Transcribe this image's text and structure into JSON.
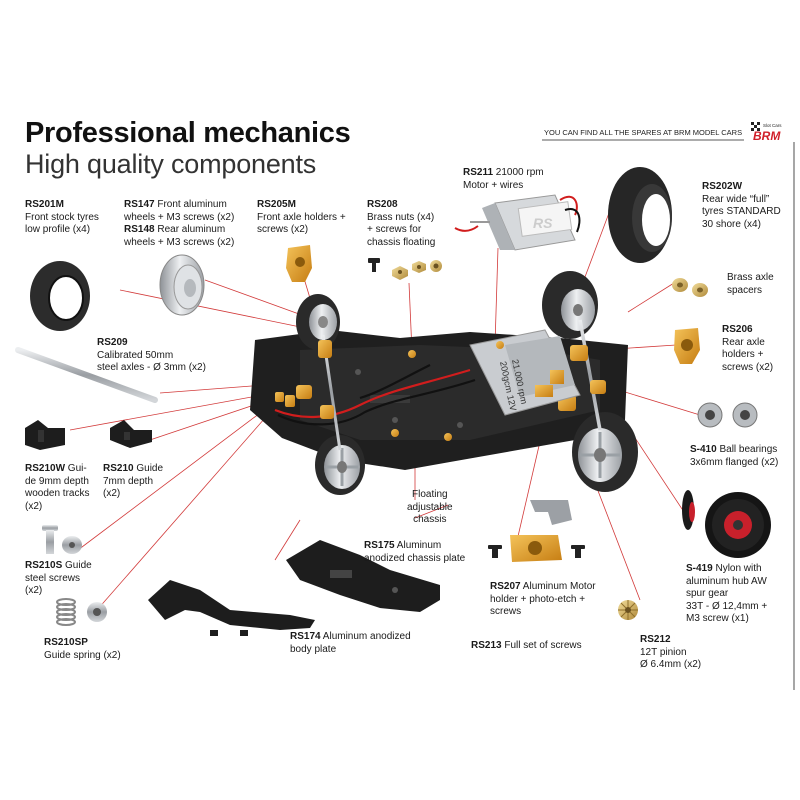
{
  "header": {
    "title": "Professional mechanics",
    "subtitle": "High quality components",
    "spares_note": "YOU CAN FIND ALL THE SPARES AT BRM MODEL CARS",
    "logo_small": "Slot Cars",
    "logo_text": "BRM"
  },
  "motor_print": {
    "line1": "21.000 rpm",
    "line2": "200gcm 12V",
    "brand": "RS"
  },
  "parts": {
    "rs201m": {
      "code": "RS201M",
      "l1": "Front stock tyres",
      "l2": "low profile (x4)"
    },
    "rs147": {
      "code": "RS147",
      "l1": " Front aluminum",
      "l2": "wheels + M3 screws (x2)"
    },
    "rs148": {
      "code": "RS148",
      "l1": " Rear aluminum",
      "l2": "wheels + M3 screws (x2)"
    },
    "rs205m": {
      "code": "RS205M",
      "l1": "Front axle holders +",
      "l2": "screws (x2)"
    },
    "rs208": {
      "code": "RS208",
      "l1": "Brass nuts (x4)",
      "l2": "+ screws for",
      "l3": "chassis floating"
    },
    "rs211": {
      "code": "RS211",
      "l1": " 21000 rpm",
      "l2": "Motor + wires"
    },
    "rs202w": {
      "code": "RS202W",
      "l1": "Rear wide “full”",
      "l2": "tyres STANDARD",
      "l3": "30 shore (x4)"
    },
    "spacers": {
      "l1": "Brass axle",
      "l2": "spacers"
    },
    "rs206": {
      "code": "RS206",
      "l1": "Rear axle",
      "l2": "holders +",
      "l3": "screws (x2)"
    },
    "rs209": {
      "code": "RS209",
      "l1": "Calibrated 50mm",
      "l2": "steel axles - Ø 3mm (x2)"
    },
    "s410": {
      "code": "S-410",
      "l1": " Ball bearings",
      "l2": "3x6mm flanged (x2)"
    },
    "rs210w": {
      "code": "RS210W",
      "l1": " Gui-",
      "l2": "de 9mm depth",
      "l3": "wooden tracks",
      "l4": "(x2)"
    },
    "rs210": {
      "code": "RS210",
      "l1": " Guide",
      "l2": "7mm depth",
      "l3": "(x2)"
    },
    "floating": {
      "l1": "Floating",
      "l2": "adjustable",
      "l3": "chassis"
    },
    "rs175": {
      "code": "RS175",
      "l1": " Aluminum",
      "l2": "anodized chassis plate"
    },
    "rs210s": {
      "code": "RS210S",
      "l1": " Guide",
      "l2": "steel screws",
      "l3": "(x2)"
    },
    "s419": {
      "code": "S-419",
      "l1": " Nylon with",
      "l2": "aluminum hub AW",
      "l3": "spur gear",
      "l4": "33T  - Ø 12,4mm +",
      "l5": "M3 screw (x1)"
    },
    "rs207": {
      "code": "RS207",
      "l1": " Aluminum Motor",
      "l2": "holder + photo-etch +",
      "l3": "screws"
    },
    "rs210sp": {
      "code": "RS210SP",
      "l1": "Guide spring (x2)"
    },
    "rs174": {
      "code": "RS174",
      "l1": " Aluminum anodized",
      "l2": "body plate"
    },
    "rs213": {
      "code": "RS213",
      "l1": " Full set of screws"
    },
    "rs212": {
      "code": "RS212",
      "l1": "12T pinion",
      "l2": "Ø 6.4mm (x2)"
    }
  },
  "colors": {
    "leader_line": "#d23a3a",
    "anodized_gold": "#e2a12a",
    "chassis_black": "#1d1d1d",
    "tyre_black": "#2a2a2a",
    "aluminum": "#c9ccd0",
    "gear_red": "#c8202b",
    "brm_red": "#d0202a"
  }
}
